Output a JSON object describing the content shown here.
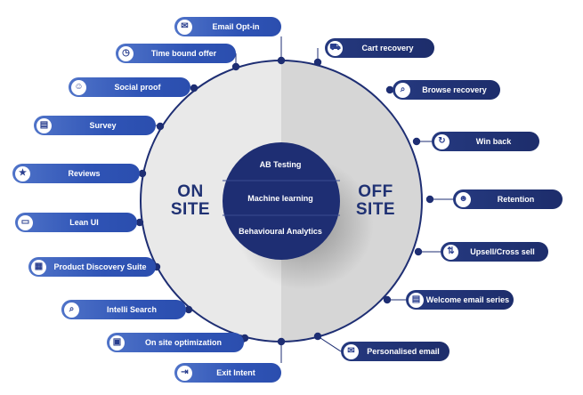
{
  "center": {
    "items": [
      "AB Testing",
      "Machine learning",
      "Behavioural Analytics"
    ]
  },
  "sides": {
    "left": [
      "ON",
      "SITE"
    ],
    "right": [
      "OFF",
      "SITE"
    ]
  },
  "left_items": [
    {
      "label": "Email Opt-in",
      "icon": "email-icon"
    },
    {
      "label": "Time bound offer",
      "icon": "timer-icon"
    },
    {
      "label": "Social proof",
      "icon": "people-icon"
    },
    {
      "label": "Survey",
      "icon": "clipboard-icon"
    },
    {
      "label": "Reviews",
      "icon": "rating-icon"
    },
    {
      "label": "Lean UI",
      "icon": "screen-icon"
    },
    {
      "label": "Product Discovery Suite",
      "icon": "box-icon"
    },
    {
      "label": "Intelli Search",
      "icon": "search-icon"
    },
    {
      "label": "On site optimization",
      "icon": "monitor-icon"
    },
    {
      "label": "Exit Intent",
      "icon": "exit-icon"
    }
  ],
  "right_items": [
    {
      "label": "Cart recovery",
      "icon": "cart-icon"
    },
    {
      "label": "Browse recovery",
      "icon": "browse-icon"
    },
    {
      "label": "Win back",
      "icon": "refresh-icon"
    },
    {
      "label": "Retention",
      "icon": "user-icon"
    },
    {
      "label": "Upsell/Cross sell",
      "icon": "upsell-icon"
    },
    {
      "label": "Welcome email series",
      "icon": "inbox-icon"
    },
    {
      "label": "Personalised email",
      "icon": "email-icon"
    }
  ],
  "colors": {
    "ring": "#1e2e73",
    "left_fill": "#e9e9e9",
    "right_fill": "#d6d6d6",
    "center": "#1e2e73",
    "left_pill": "#3358b8",
    "right_pill": "#1f2f6e"
  }
}
